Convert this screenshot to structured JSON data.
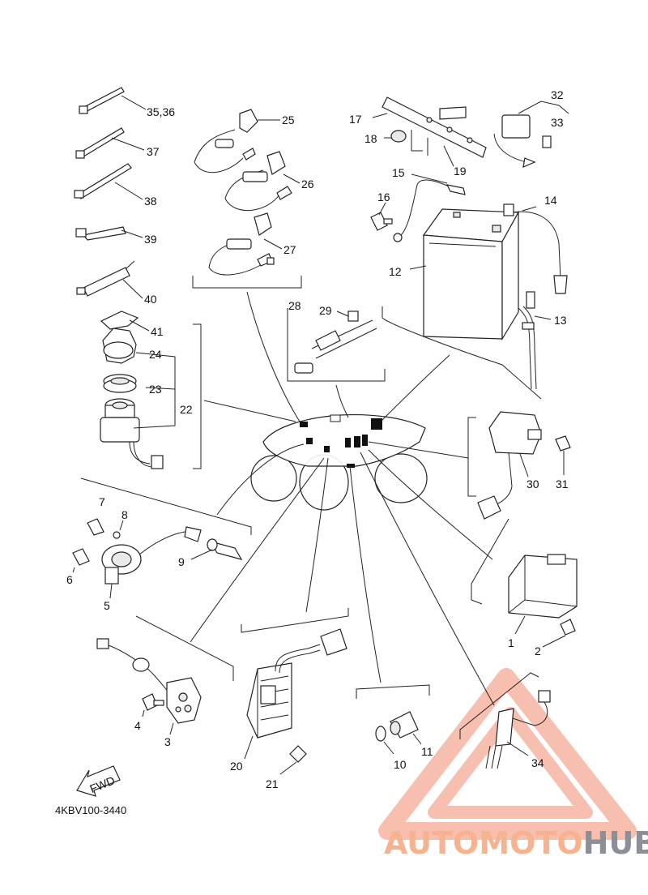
{
  "diagram": {
    "code": "4KBV100-3440",
    "fwd": "FWD",
    "labels": {
      "l1": "1",
      "l2": "2",
      "l3": "3",
      "l4": "4",
      "l5": "5",
      "l6": "6",
      "l7": "7",
      "l8": "8",
      "l9": "9",
      "l10": "10",
      "l11": "11",
      "l12": "12",
      "l13": "13",
      "l14": "14",
      "l15": "15",
      "l16": "16",
      "l17": "17",
      "l18": "18",
      "l19": "19",
      "l20": "20",
      "l21": "21",
      "l22": "22",
      "l23": "23",
      "l24": "24",
      "l25": "25",
      "l26": "26",
      "l27": "27",
      "l28": "28",
      "l29": "29",
      "l30": "30",
      "l31": "31",
      "l32": "32",
      "l33": "33",
      "l34": "34",
      "l3536": "35,36",
      "l37": "37",
      "l38": "38",
      "l39": "39",
      "l40": "40",
      "l41": "41"
    }
  },
  "watermark": {
    "part1": "AUTOMOTO",
    "part2": "HUB",
    "color": "#f28b6e"
  }
}
